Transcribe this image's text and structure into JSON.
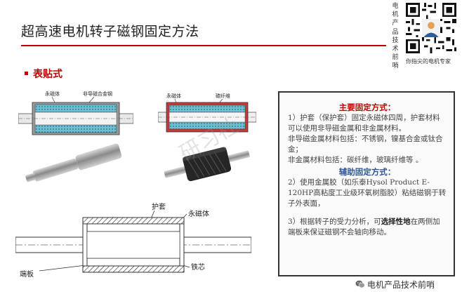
{
  "slide": {
    "title": "超高速电机转子磁钢固定方法",
    "section_heading": "表贴式"
  },
  "branding": {
    "side_label": "电机产品技术前哨",
    "qr_caption": "你指尖的电机专家",
    "footer": "电机产品技术前哨",
    "watermark": "研习社"
  },
  "figures": {
    "top_left": {
      "label_magnet": "永磁体",
      "label_alloy": "非导磁合金钢"
    },
    "top_right": {
      "label_magnet": "永磁体",
      "label_fiber": "碳纤维"
    },
    "bottom": {
      "label_sleeve": "护套",
      "label_magnet": "永磁体",
      "label_endplate": "端板",
      "label_core": "铁芯"
    }
  },
  "info_box": {
    "main_heading": "主要固定方式：",
    "main_p1": "1）护套（保护套）固定永磁体四周，护套材料可以使用非导磁金属和非金属材料。",
    "main_p2": "非导磁金属材料包括：不锈钢，镍基合金或钛合金；",
    "main_p3": "非金属材料包括：碳纤维，玻璃纤维等 。",
    "aux_heading": "辅助固定方式：",
    "aux_p1": "2）使用金属胶（如乐泰Hysol Product E-120HP高粘度工业级环氧树脂胶）粘结磁钢于转子外表面，",
    "aux_p3_lead": "3）根据转子的受力分析，可",
    "aux_p3_strong": "选择性地",
    "aux_p3_tail": "在两侧加端板来保证磁钢不会轴向移动。"
  },
  "colors": {
    "accent_red": "#c00000",
    "heading_blue": "#2f5597",
    "magnet_teal": "#5fb3c7",
    "sleeve_red": "#c23b3b"
  }
}
